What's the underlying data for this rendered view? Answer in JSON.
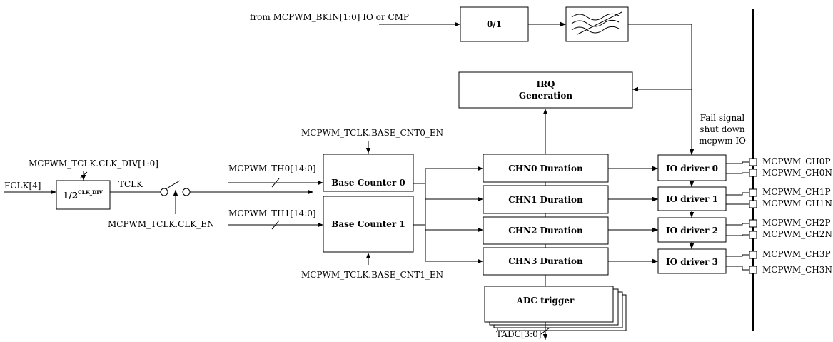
{
  "inputs": {
    "bkin": "from MCPWM_BKIN[1:0] IO or CMP",
    "fclk": "FCLK[4]",
    "clk_div": "MCPWM_TCLK.CLK_DIV[1:0]",
    "tclk": "TCLK",
    "clk_en": "MCPWM_TCLK.CLK_EN",
    "th0": "MCPWM_TH0[14:0]",
    "th1": "MCPWM_TH1[14:0]",
    "base_cnt0_en": "MCPWM_TCLK.BASE_CNT0_EN",
    "base_cnt1_en": "MCPWM_TCLK.BASE_CNT1_EN",
    "tadc": "TADC[3:0]"
  },
  "blocks": {
    "bkin_sel": "0/1",
    "divider": "1/2",
    "divider_sup": "CLK_DIV",
    "irq_line1": "IRQ",
    "irq_line2": "Generation",
    "base_counter_0": "Base Counter 0",
    "base_counter_1": "Base Counter 1",
    "chn0": "CHN0 Duration",
    "chn1": "CHN1 Duration",
    "chn2": "CHN2 Duration",
    "chn3": "CHN3 Duration",
    "adc": "ADC trigger",
    "io0": "IO driver 0",
    "io1": "IO driver 1",
    "io2": "IO driver 2",
    "io3": "IO driver 3"
  },
  "fail_signal": [
    "Fail signal",
    "shut down",
    "mcpwm IO"
  ],
  "outputs": [
    "MCPWM_CH0P",
    "MCPWM_CH0N",
    "MCPWM_CH1P",
    "MCPWM_CH1N",
    "MCPWM_CH2P",
    "MCPWM_CH2N",
    "MCPWM_CH3P",
    "MCPWM_CH3N"
  ]
}
